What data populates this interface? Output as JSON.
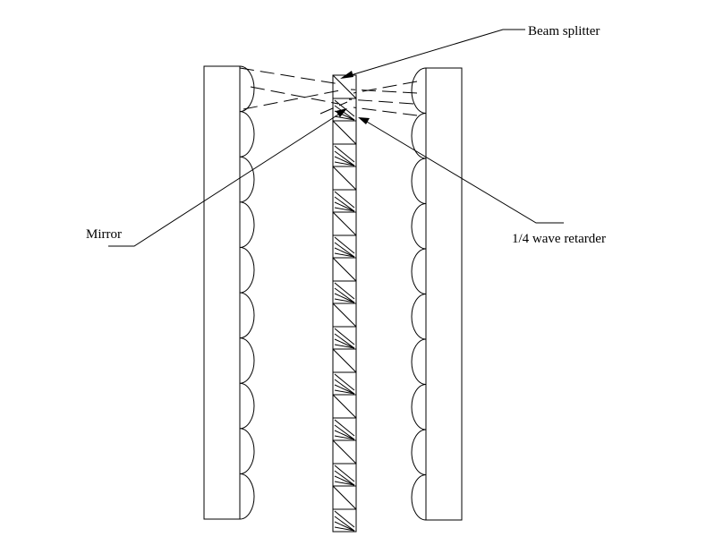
{
  "labels": {
    "beam_splitter": "Beam splitter",
    "mirror": "Mirror",
    "retarder": "1/4 wave retarder"
  }
}
